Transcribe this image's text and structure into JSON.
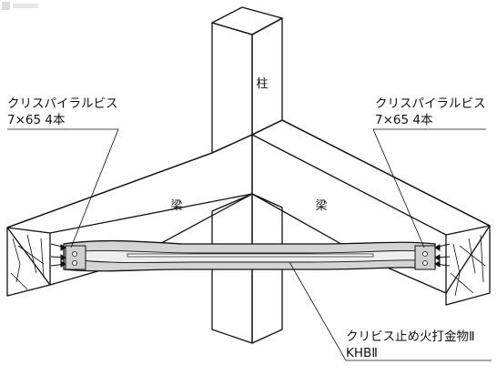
{
  "labels": {
    "column": "柱",
    "beam_left": "梁",
    "beam_right": "梁"
  },
  "callouts": {
    "screw_left": {
      "line1": "クリスパイラルビス",
      "line2": "7×65 4本"
    },
    "screw_right": {
      "line1": "クリスパイラルビス",
      "line2": "7×65 4本"
    },
    "hardware": {
      "line1": "クリビス止め火打金物Ⅱ",
      "line2": "KHBⅡ"
    }
  },
  "colors": {
    "line": "#111111",
    "steel": "#d4d4d4",
    "steel_light": "#eeeeee",
    "background": "#ffffff"
  }
}
